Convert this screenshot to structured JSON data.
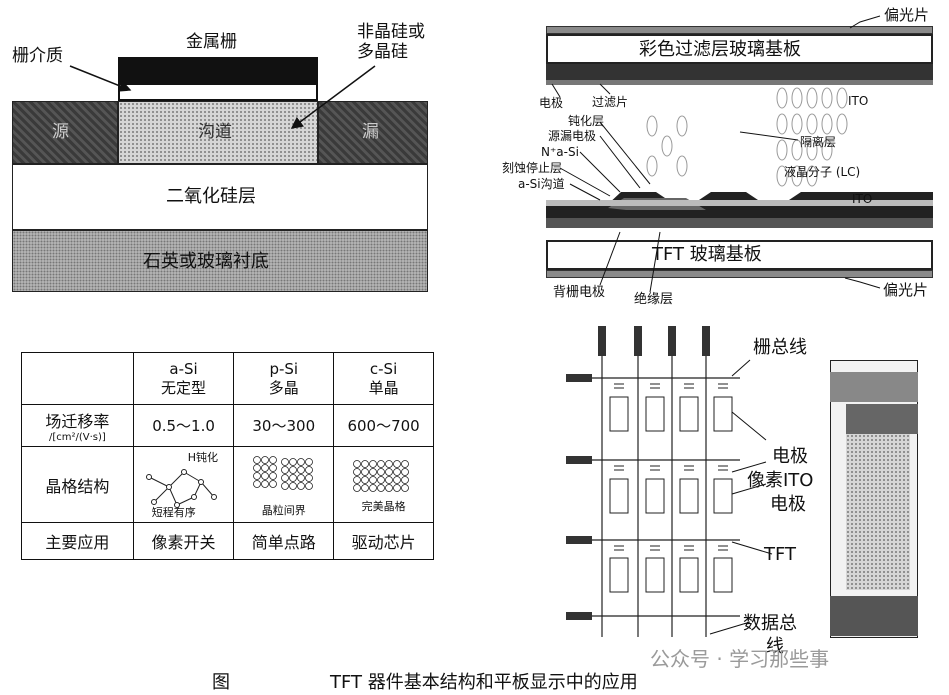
{
  "mosfet": {
    "gate_dielectric": "栅介质",
    "metal_gate": "金属栅",
    "amorphous_label": "非晶硅或\n多晶硅",
    "source": "源",
    "channel": "沟道",
    "drain": "漏",
    "oxide_layer": "二氧化硅层",
    "substrate": "石英或玻璃衬底"
  },
  "lcd": {
    "polarizer_top": "偏光片",
    "color_filter_glass": "彩色过滤层玻璃基板",
    "electrode": "电极",
    "filter": "过滤片",
    "ito_top": "ITO",
    "passivation": "钝化层",
    "source_drain": "源漏电极",
    "n_plus_si": "N⁺a-Si",
    "etch_stop": "刻蚀停止层",
    "asi_channel": "a-Si沟道",
    "spacer": "隔离层",
    "liquid_crystal": "液晶分子 (LC)",
    "ito_bottom": "ITO",
    "tft_glass": "TFT 玻璃基板",
    "back_gate": "背栅电极",
    "insulator": "绝缘层",
    "polarizer_bottom": "偏光片"
  },
  "table": {
    "headers": [
      "",
      "a-Si\n无定型",
      "p-Si\n多晶",
      "c-Si\n单晶"
    ],
    "mobility_label": "场迁移率",
    "mobility_unit": "/[cm²/(V·s)]",
    "mobility": [
      "0.5～1.0",
      "30～300",
      "600～700"
    ],
    "lattice_label": "晶格结构",
    "lattice_notes": [
      "H钝化",
      "短程有序",
      "晶粒间界",
      "完美晶格"
    ],
    "application_label": "主要应用",
    "applications": [
      "像素开关",
      "简单点路",
      "驱动芯片"
    ]
  },
  "array": {
    "gate_bus": "栅总线",
    "electrode_1": "电极",
    "pixel_ito": "像素ITO",
    "electrode_2": "电极",
    "tft": "TFT",
    "data_bus_1": "数据总",
    "data_bus_2": "线"
  },
  "caption": {
    "fig": "图",
    "title": "TFT 器件基本结构和平板显示中的应用"
  },
  "watermark": "公众号 · 学习那些事"
}
